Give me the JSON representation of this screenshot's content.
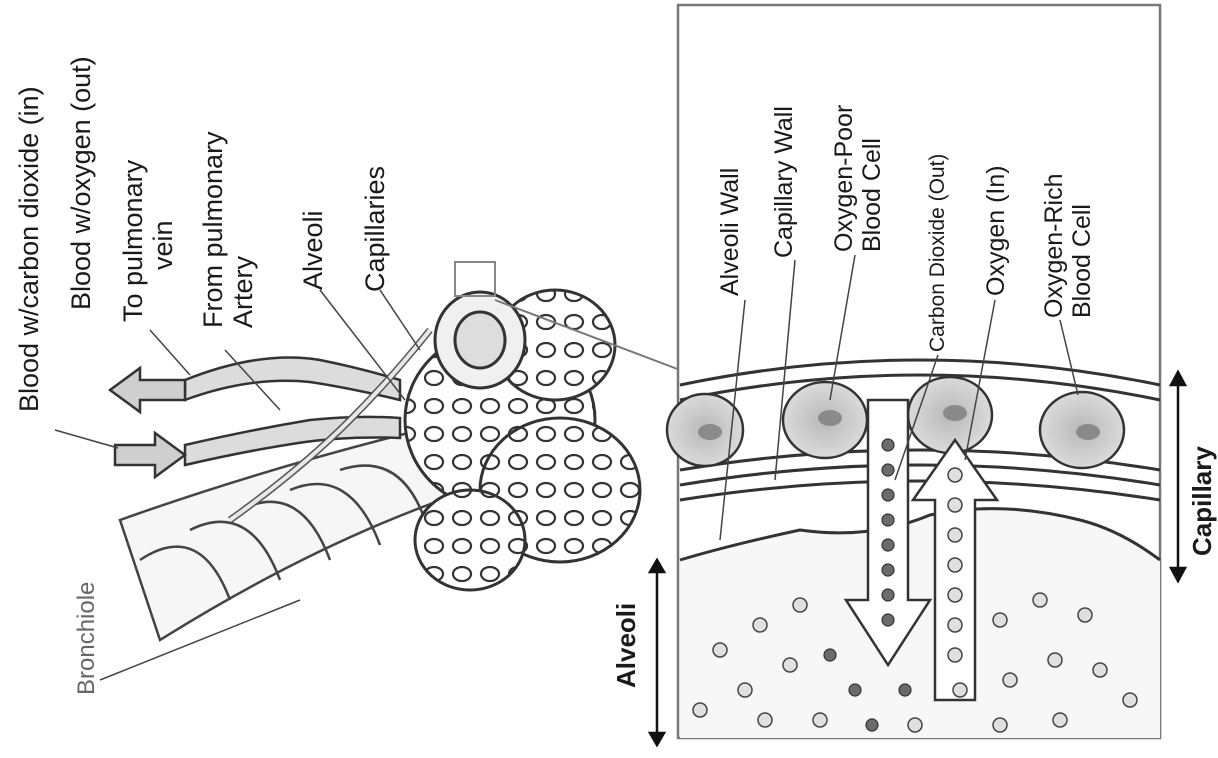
{
  "labels": {
    "blood_co2_in": "Blood w/carbon dioxide (in)",
    "blood_o2_out": "Blood w/oxygen (out)",
    "to_pulmonary_vein_1": "To pulmonary",
    "to_pulmonary_vein_2": "vein",
    "from_pulmonary_artery_1": "From pulmonary",
    "from_pulmonary_artery_2": "Artery",
    "alveoli": "Alveoli",
    "capillaries": "Capillaries",
    "bronchiole": "Bronchiole",
    "alveoli_wall": "Alveoli Wall",
    "capillary_wall": "Capillary Wall",
    "oxygen_poor_1": "Oxygen-Poor",
    "oxygen_poor_2": "Blood Cell",
    "co2_out": "Carbon Dioxide (Out)",
    "oxygen_in": "Oxygen (In)",
    "oxygen_rich_1": "Oxygen-Rich",
    "oxygen_rich_2": "Blood Cell",
    "region_alveoli": "Alveoli",
    "region_capillary": "Capillary"
  },
  "colors": {
    "line": "#333333",
    "cell_fill": "#cfcfcf",
    "co2_particle": "#6b6b6b",
    "o2_particle": "#d9d9d9",
    "region_bg": "#f4f4f4"
  }
}
